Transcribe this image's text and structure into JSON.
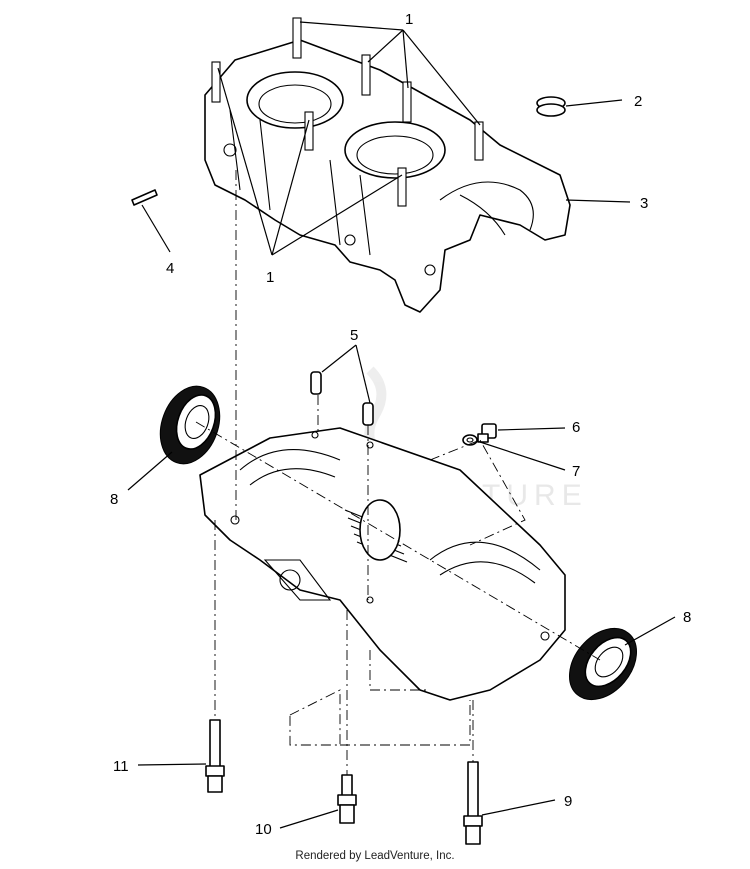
{
  "callouts": {
    "c1a": "1",
    "c1b": "1",
    "c2": "2",
    "c3": "3",
    "c4": "4",
    "c5": "5",
    "c6": "6",
    "c7": "7",
    "c8a": "8",
    "c8b": "8",
    "c9": "9",
    "c10": "10",
    "c11": "11"
  },
  "watermark": "LEADVENTURE",
  "footer": "Rendered by LeadVenture, Inc."
}
